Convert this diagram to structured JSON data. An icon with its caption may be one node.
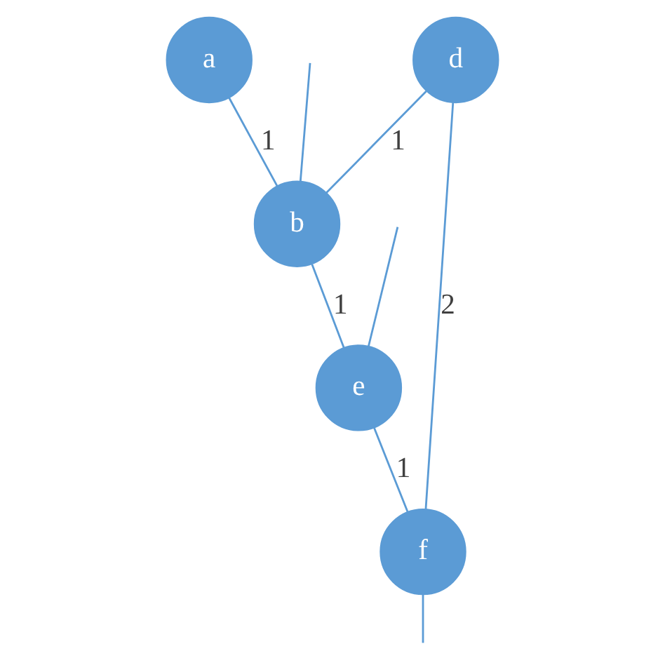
{
  "diagram": {
    "nodes": [
      {
        "text": [
          "a"
        ]
      },
      {
        "text": [
          "d"
        ]
      },
      {
        "text": [
          "b"
        ]
      },
      {
        "text": [
          "f"
        ]
      },
      {
        "text": [
          "e"
        ]
      }
    ],
    "edges": [
      {
        "from": 0,
        "to": 2,
        "label": "1",
        "arrow": "none"
      },
      {
        "from": 1,
        "to": 2,
        "label": "1",
        "arrow": "none"
      },
      {
        "from": 1,
        "to": 3,
        "label": "2",
        "arrow": "none"
      },
      {
        "from": null,
        "to": 2,
        "arrow": "none"
      },
      {
        "from": 3,
        "to": null,
        "arrow": "none"
      },
      {
        "from": 2,
        "to": 4,
        "label": "1",
        "arrow": "none"
      },
      {
        "from": null,
        "to": 4,
        "arrow": "none"
      },
      {
        "from": 4,
        "to": 3,
        "label": "1",
        "arrow": "none"
      }
    ]
  }
}
